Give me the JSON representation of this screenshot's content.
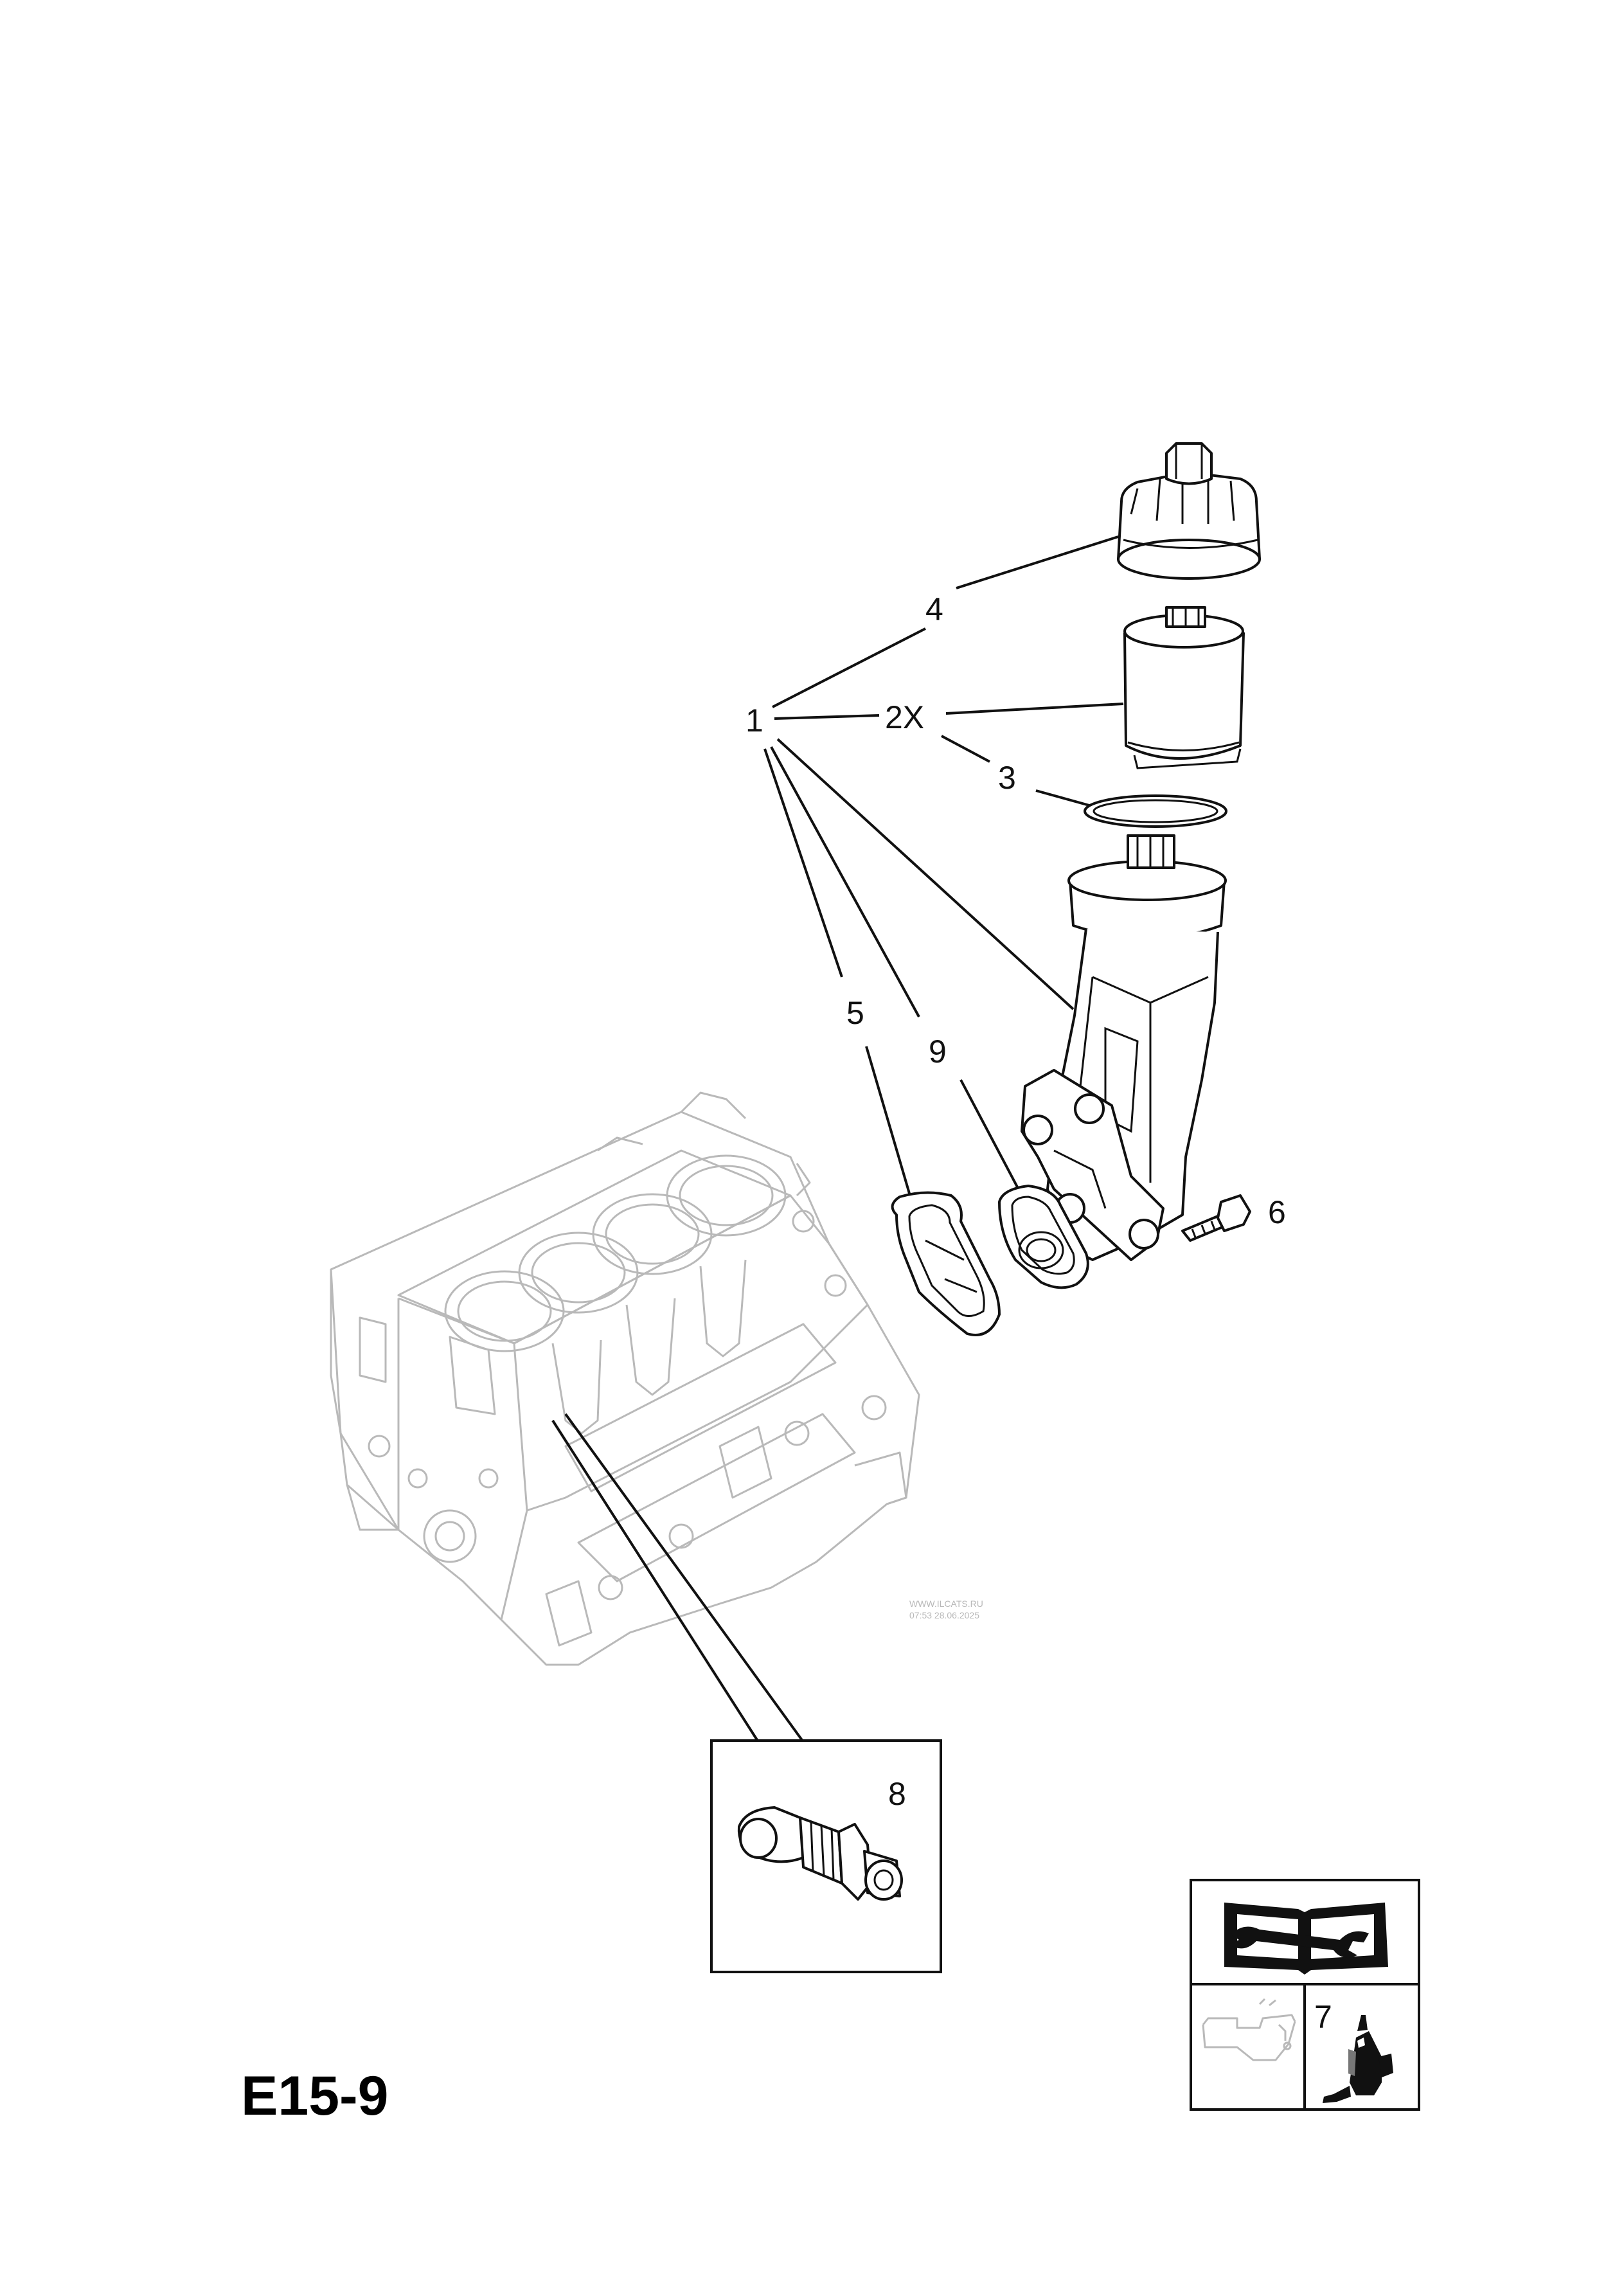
{
  "diagram": {
    "page_code": "E15-9",
    "watermark": {
      "line1": "WWW.ILCATS.RU",
      "line2": "07:53 28.06.2025"
    },
    "callouts": {
      "c1": "1",
      "c2x": "2X",
      "c3": "3",
      "c4": "4",
      "c5": "5",
      "c6": "6",
      "c7": "7",
      "c8": "8",
      "c9": "9"
    },
    "icons": {
      "manual": "book-wrench-icon",
      "oil_drain": "oil-pan-icon",
      "sealant": "sealant-tube-icon"
    }
  }
}
